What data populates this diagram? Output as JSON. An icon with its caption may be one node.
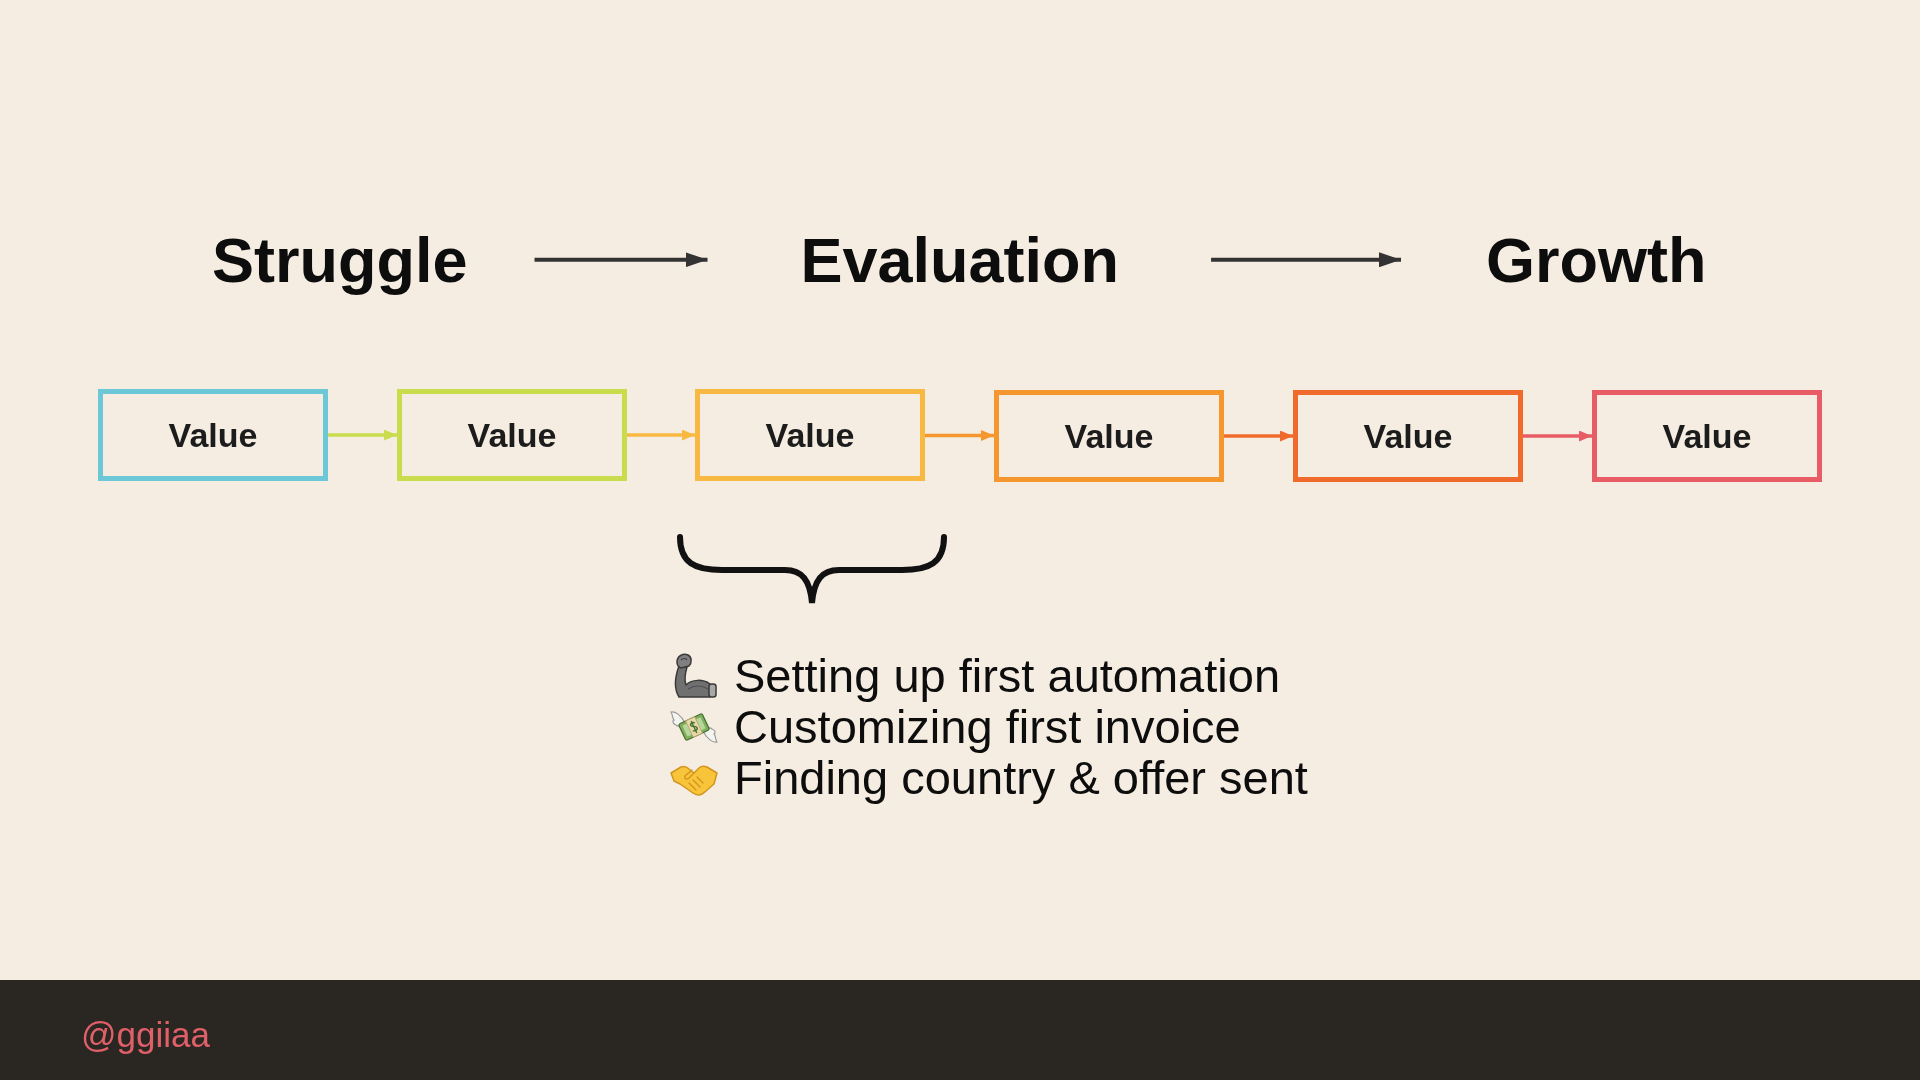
{
  "diagram": {
    "nodes": [
      {
        "text": [
          "Struggle"
        ]
      },
      {
        "text": [
          "Evaluation"
        ]
      },
      {
        "text": [
          "Growth"
        ]
      },
      {
        "text": [
          "Value"
        ]
      },
      {
        "text": [
          "Value"
        ]
      },
      {
        "text": [
          "Value"
        ]
      },
      {
        "text": [
          "Value"
        ]
      },
      {
        "text": [
          "Value"
        ]
      },
      {
        "text": [
          "Value"
        ]
      }
    ],
    "edges": [
      {
        "from": 0,
        "to": 1,
        "arrow": "to",
        "color": "#333333"
      },
      {
        "from": 1,
        "to": 2,
        "arrow": "to",
        "color": "#333333"
      },
      {
        "from": 3,
        "to": 4,
        "arrow": "to",
        "color": "#c8dc4e"
      },
      {
        "from": 4,
        "to": 5,
        "arrow": "to",
        "color": "#f8b942"
      },
      {
        "from": 5,
        "to": 6,
        "arrow": "to",
        "color": "#f5962e"
      },
      {
        "from": 6,
        "to": 7,
        "arrow": "to",
        "color": "#f06b2b"
      },
      {
        "from": 7,
        "to": 8,
        "arrow": "to",
        "color": "#e85c66"
      }
    ],
    "labels": [
      "Setting up first automation",
      "Customizing first invoice",
      "Finding country & offer sent",
      "@ggiiaa"
    ]
  }
}
